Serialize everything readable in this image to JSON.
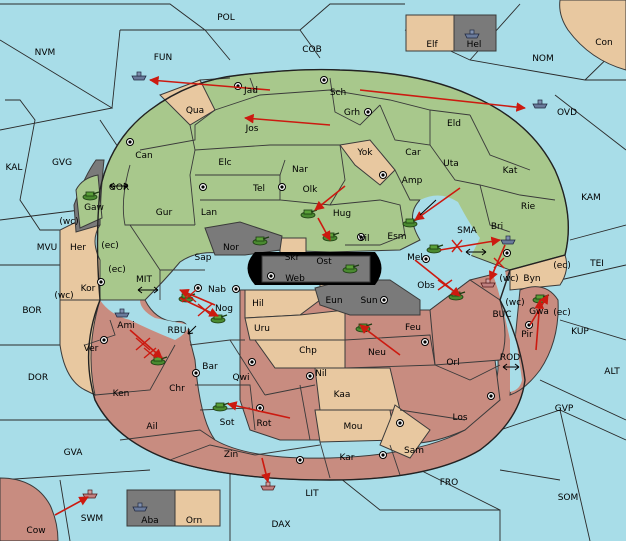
{
  "map": {
    "sea_labels": {
      "pol": "POL",
      "nvm": "NVM",
      "fun": "FUN",
      "cob": "COB",
      "nom": "NOM",
      "ovd": "OVD",
      "kal": "KAL",
      "gvg": "GVG",
      "kam": "KAM",
      "tei": "TEI",
      "mvu": "MVU",
      "bor": "BOR",
      "dor": "DOR",
      "alt": "ALT",
      "kup": "KUP",
      "gvp": "GVP",
      "gva": "GVA",
      "fro": "FRO",
      "som": "SOM",
      "lit": "LIT",
      "swm": "SWM",
      "dax": "DAX",
      "gor": "GOR",
      "mit": "MIT",
      "rbu": "RBU",
      "sma": "SMA",
      "buc": "BUC",
      "rod": "ROD"
    },
    "land_labels": {
      "elf": "Elf",
      "hel": "Hel",
      "con": "Con",
      "jad": "Jad",
      "sch": "Sch",
      "qua": "Qua",
      "jos": "Jos",
      "grh": "Grh",
      "eld": "Eld",
      "can": "Can",
      "yok": "Yok",
      "car": "Car",
      "elc": "Elc",
      "nar": "Nar",
      "uta": "Uta",
      "kat": "Kat",
      "tel": "Tel",
      "olk": "Olk",
      "amp": "Amp",
      "gur": "Gur",
      "rie": "Rie",
      "gaw": "Gaw",
      "lan": "Lan",
      "hug": "Hug",
      "esm": "Esm",
      "bri": "Bri",
      "vil": "Vil",
      "nor": "Nor",
      "skr": "Skr",
      "ost": "Ost",
      "web": "Web",
      "her": "Her",
      "sap": "Sap",
      "mel": "Mel",
      "byn": "Byn",
      "kor": "Kor",
      "nab": "Nab",
      "eun": "Eun",
      "sun": "Sun",
      "obs": "Obs",
      "hil": "Hil",
      "nog": "Nog",
      "ami": "Ami",
      "uru": "Uru",
      "feu": "Feu",
      "pir": "Pir",
      "gwa": "Gwa",
      "ver": "Ver",
      "chp": "Chp",
      "neu": "Neu",
      "orl": "Orl",
      "bar": "Bar",
      "qwi": "Qwi",
      "nil": "Nil",
      "ken": "Ken",
      "chr": "Chr",
      "kaa": "Kaa",
      "los": "Los",
      "ail": "Ail",
      "sot": "Sot",
      "rot": "Rot",
      "mou": "Mou",
      "zin": "Zin",
      "kar": "Kar",
      "sam": "Sam",
      "cow": "Cow",
      "aba": "Aba",
      "orn": "Orn"
    },
    "coast_labels": {
      "wc_her": "(wc)",
      "ec_her": "(ec)",
      "ec_kor": "(ec)",
      "wc_kor": "(wc)",
      "wc_bri": "(wc)",
      "ec_byn": "(ec)",
      "wc_gwa": "(wc)",
      "ec_gwa": "(ec)"
    },
    "colors": {
      "sea": "#a8dde8",
      "green": "#a8c88c",
      "tan": "#e8c8a0",
      "brown": "#c88c80",
      "grey": "#7a7a7a",
      "dark": "#000000",
      "move": "#cc1a10"
    }
  }
}
